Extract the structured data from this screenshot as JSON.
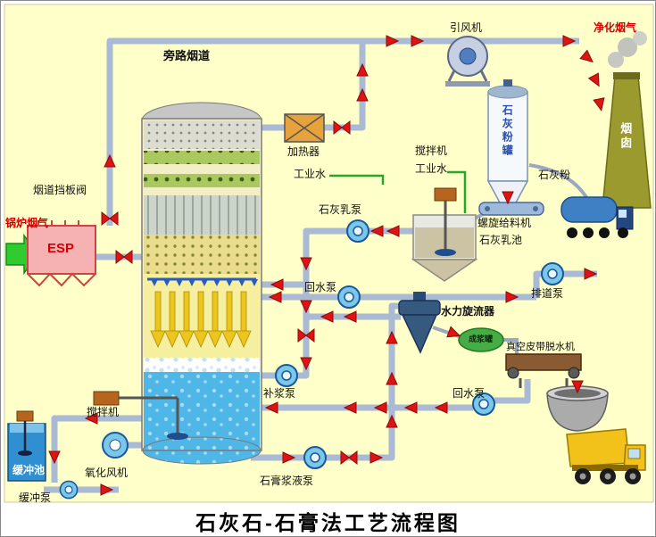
{
  "title": "石灰石-石膏法工艺流程图",
  "colors": {
    "background": "#FFFFC9",
    "pipe": "#AAB9D4",
    "flow_arrow_red": "#E01313",
    "inlet_arrow_green": "#2ECC2E",
    "esp_pink": "#F6B2B2",
    "tower_liquid_blue": "#4FB6E8",
    "chimney_olive": "#9A9A2E",
    "pump_blue": "#7CC6E8",
    "heater_orange": "#E8A23C"
  },
  "labels": {
    "boiler_flue_gas": "锅炉烟气",
    "esp": "ESP",
    "flue_damper_valve": "烟道挡板阀",
    "bypass_flue": "旁路烟道",
    "id_fan": "引风机",
    "clean_flue_gas": "净化烟气",
    "chimney": "烟囱",
    "heater": "加热器",
    "industrial_water_1": "工业水",
    "industrial_water_2": "工业水",
    "agitator_top": "搅拌机",
    "agitator_bottom": "搅拌机",
    "lime_powder_silo": "石灰粉罐",
    "lime_powder": "石灰粉",
    "screw_feeder": "螺旋给料机",
    "lime_milk_pump": "石灰乳泵",
    "lime_milk_pool": "石灰乳池",
    "return_pump_1": "回水泵",
    "return_pump_2": "回水泵",
    "drain_pump": "排道泵",
    "hydrocyclone": "水力旋流器",
    "slurry_tank": "成浆罐",
    "vacuum_belt_dewaterer": "真空皮带脱水机",
    "makeup_pump": "补浆泵",
    "gypsum_slurry_pump": "石膏浆液泵",
    "oxidation_fan": "氧化风机",
    "buffer_pool": "缓冲池",
    "buffer_pump": "缓冲泵"
  }
}
